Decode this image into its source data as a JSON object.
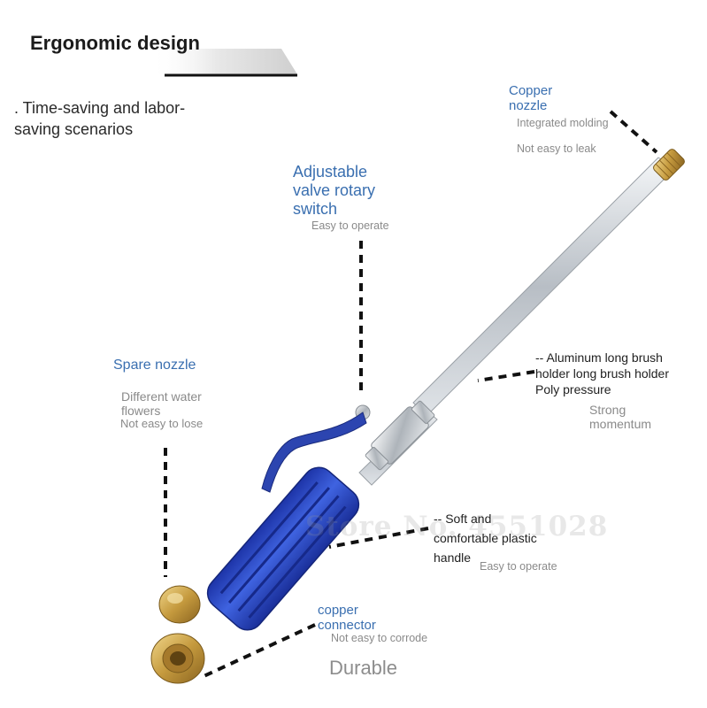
{
  "header": {
    "title": "Ergonomic design",
    "intro": ". Time-saving and labor-saving scenarios"
  },
  "callouts": {
    "copper_nozzle": {
      "title": "Copper nozzle",
      "features": [
        "Integrated molding",
        "Not easy to leak"
      ]
    },
    "valve": {
      "title": "Adjustable valve rotary switch",
      "features": [
        "Easy to operate"
      ]
    },
    "spare_nozzle": {
      "title": "Spare nozzle",
      "features": [
        "Different water flowers",
        "Not easy to lose"
      ]
    },
    "aluminum_holder": {
      "title": "-- Aluminum long brush holder long brush holder Poly pressure",
      "features": [
        "Strong momentum"
      ]
    },
    "handle": {
      "title": "-- Soft and comfortable plastic handle",
      "features": [
        "Easy to operate"
      ]
    },
    "connector": {
      "title": "copper connector",
      "features": [
        "Not easy to corrode"
      ],
      "tagline": "Durable"
    }
  },
  "watermark": "Store No. 4551028",
  "colors": {
    "label_blue": "#3a6fb0",
    "handle_blue": "#2946c8",
    "brass": "#c9a24a",
    "chrome": "#c9ced4"
  }
}
